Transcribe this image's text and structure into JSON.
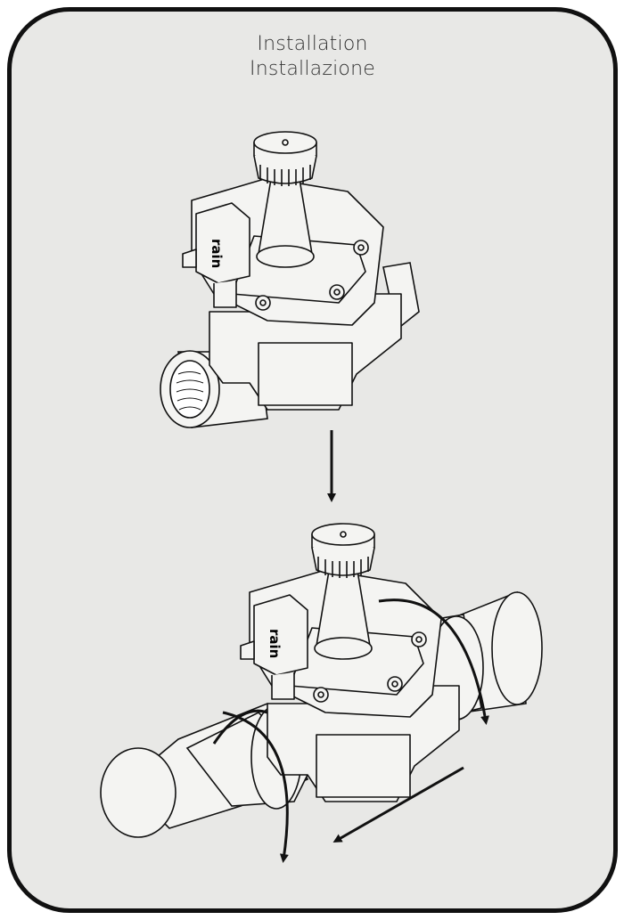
{
  "panel": {
    "title_en": "Installation",
    "title_it": "Installazione"
  },
  "valve": {
    "brand_mark": "rain"
  },
  "colors": {
    "background": "#e8e8e6",
    "outline": "#111111",
    "valve_fill": "#f4f4f2"
  }
}
